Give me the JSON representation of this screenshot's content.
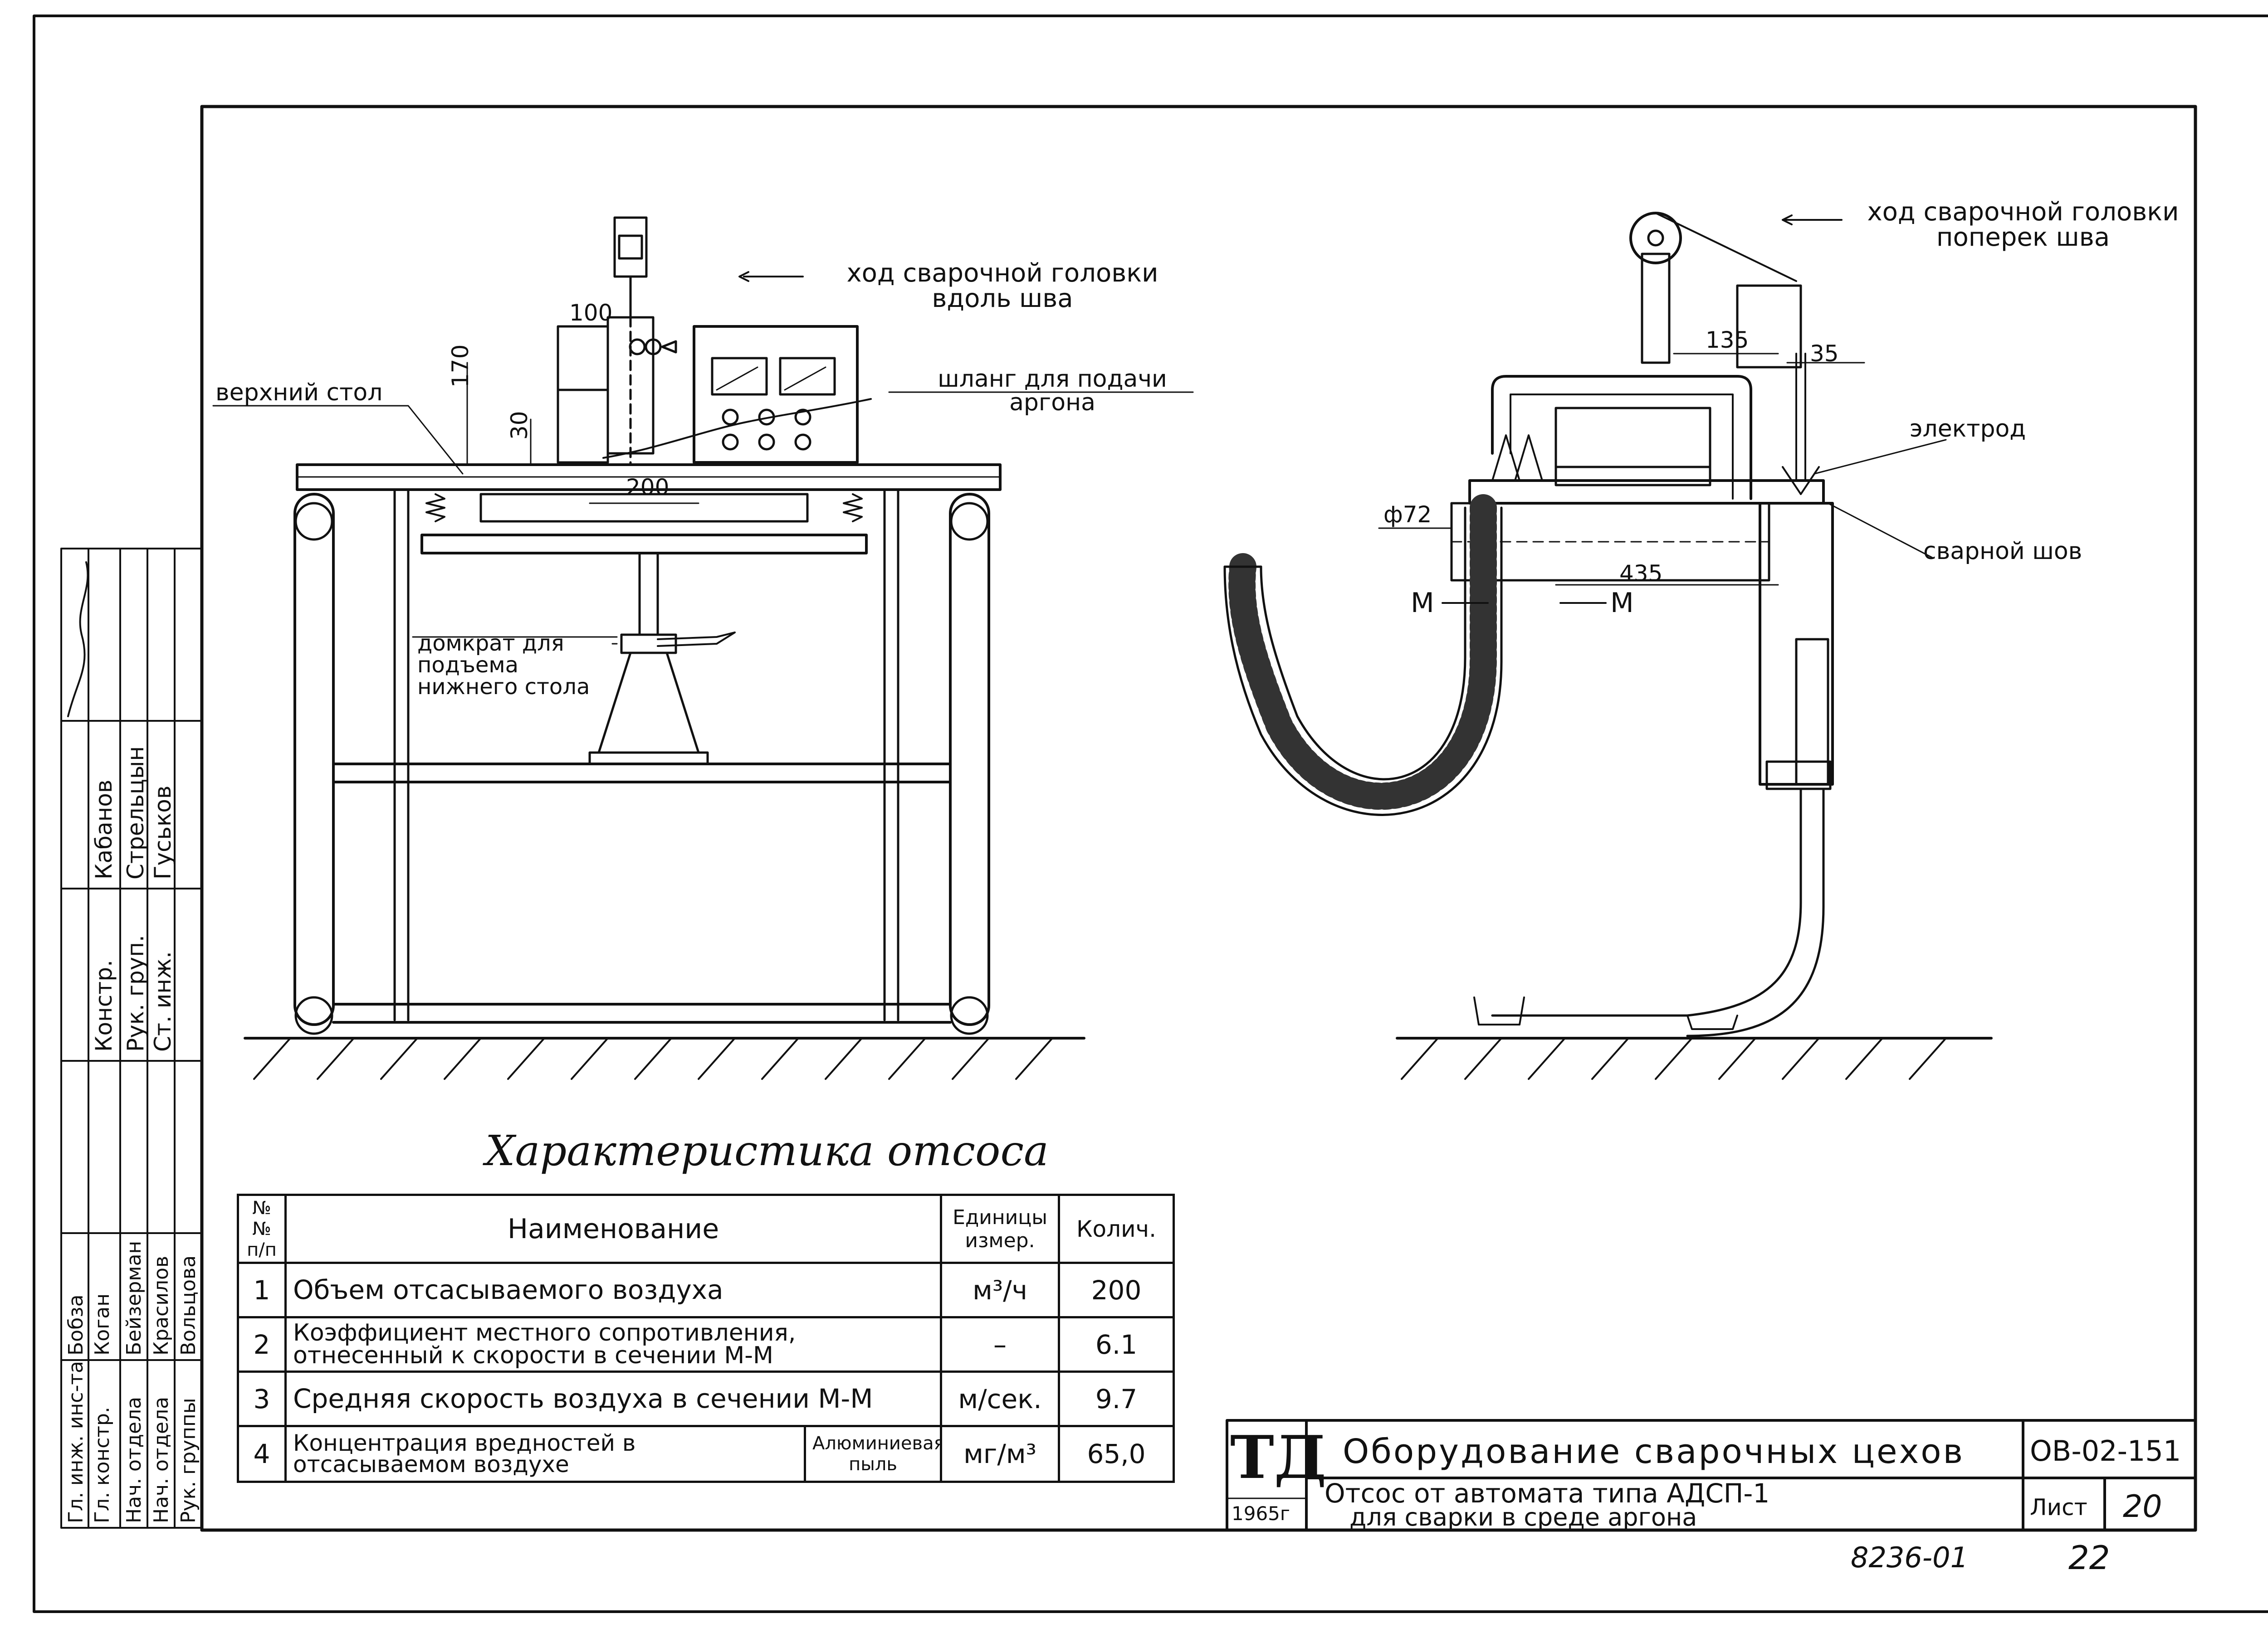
{
  "left_view": {
    "label_head_travel": "ход сварочной головки вдоль шва",
    "label_upper_table": "верхний стол",
    "label_argon_hose": "шланг для подачи аргона",
    "label_jack": "домкрат для подъема нижнего стола",
    "dims": {
      "d100": "100",
      "d170": "170",
      "d30": "30",
      "d200": "200"
    }
  },
  "right_view": {
    "label_head_travel": "ход сварочной головки поперек шва",
    "label_electrode": "электрод",
    "label_weld": "сварной шов",
    "dims": {
      "d135": "135",
      "d35": "35",
      "d72": "ф72",
      "d435": "435"
    },
    "section_m_left": "М",
    "section_m_right": "М"
  },
  "table": {
    "title": "Характеристика отсоса",
    "headers": {
      "num": "№№ п/п",
      "name": "Наименование",
      "unit": "Единицы измер.",
      "qty": "Колич."
    },
    "rows": [
      {
        "num": "1",
        "name": "Объем отсасываемого воздуха",
        "unit": "м³/ч",
        "qty": "200"
      },
      {
        "num": "2",
        "name": "Коэффициент местного сопротивления, отнесенный к скорости в сечении М-М",
        "unit": "–",
        "qty": "6.1"
      },
      {
        "num": "3",
        "name": "Средняя скорость воздуха в сечении М-М",
        "unit": "м/сек.",
        "qty": "9.7"
      },
      {
        "num": "4",
        "name": "Концентрация вредностей в отсасываемом воздухе",
        "substance": "Алюминиевая пыль",
        "unit": "мг/м³",
        "qty": "65,0"
      }
    ]
  },
  "title_block": {
    "logo": "ТД",
    "year": "1965г",
    "title_1": "Оборудование сварочных цехов",
    "title_2a": "Отсос от автомата типа АДСП-1",
    "title_2b": "для сварки в среде аргона",
    "code": "ОВ-02-151",
    "sheet_label": "Лист",
    "sheet_no": "20"
  },
  "below_frame": {
    "doc_no": "8236-01",
    "page": "22"
  },
  "side_stamp": {
    "col_roles_top": [
      "Констр.",
      "Рук. груп.",
      "Ст. инж."
    ],
    "col_names_top": [
      "Кабанов",
      "Стрельцын",
      "Гуськов"
    ],
    "col_roles_bottom": [
      "Гл. инж. инс-та",
      "Гл. констр.",
      "Нач. отдела",
      "Нач. отдела",
      "Рук. группы"
    ],
    "col_names_bottom": [
      "Бобза",
      "Коган",
      "Бейзерман",
      "Красилов",
      "Вольцова"
    ]
  }
}
